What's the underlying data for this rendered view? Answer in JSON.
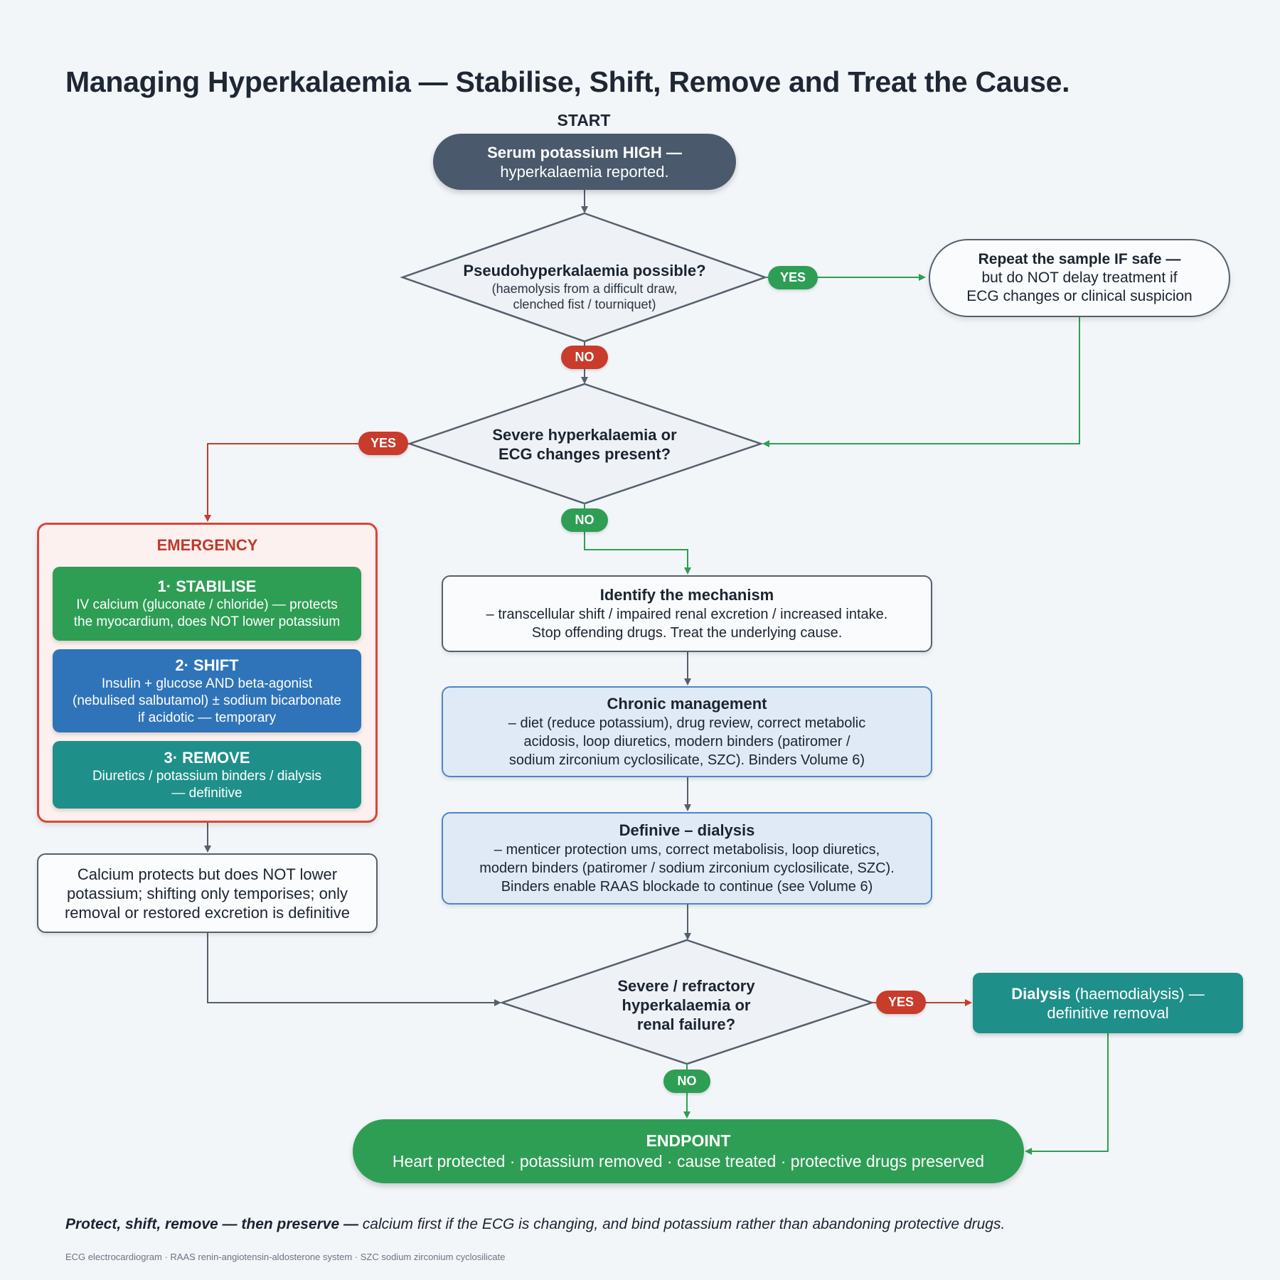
{
  "title": "Managing Hyperkalaemia — Stabilise, Shift, Remove and Treat the Cause.",
  "start": {
    "label": "START",
    "line1": "Serum potassium HIGH —",
    "line2": "hyperkalaemia reported."
  },
  "decision1": {
    "question": "Pseudohyperkalaemia possible?",
    "sub1": "(haemolysis from a difficult draw,",
    "sub2": "clenched fist / tourniquet)",
    "yes": "YES",
    "no": "NO"
  },
  "repeat": {
    "line1": "Repeat the sample IF safe —",
    "line2": "but do NOT delay treatment if",
    "line3": "ECG changes or clinical suspicion"
  },
  "decision2": {
    "line1": "Severe hyperkalaemia or",
    "line2": "ECG changes present?",
    "yes": "YES",
    "no": "NO"
  },
  "emergency": {
    "title": "EMERGENCY",
    "steps": [
      {
        "heading": "1· STABILISE",
        "line1": "IV calcium (gluconate / chloride) — protects",
        "line2": "the myocardium, does NOT lower potassium"
      },
      {
        "heading": "2· SHIFT",
        "line1": "Insulin + glucose AND beta-agonist",
        "line2": "(nebulised salbutamol) ± sodium bicarbonate",
        "line3": "if acidotic — temporary"
      },
      {
        "heading": "3· REMOVE",
        "line1": "Diuretics / potassium binders / dialysis",
        "line2": "— definitive"
      }
    ]
  },
  "note": {
    "line1": "Calcium protects but does NOT lower",
    "line2": "potassium; shifting only temporises; only",
    "line3": "removal or restored excretion is definitive"
  },
  "mechanism": {
    "heading": "Identify the mechanism",
    "line1": "– transcellular shift / impaired renal excretion / increased intake.",
    "line2": "Stop offending drugs. Treat the underlying cause."
  },
  "chronic": {
    "heading": "Chronic management",
    "line1": "– diet (reduce potassium), drug review, correct metabolic",
    "line2": "acidosis, loop diuretics, modern binders (patiromer /",
    "line3": "sodium zirconium cyclosilicate, SZC). Binders Volume 6)"
  },
  "definitive": {
    "heading": "Definive – dialysis",
    "line1": "– menticer protection ums, correct metabolisis, loop diuretics,",
    "line2": "modern binders (patiromer / sodium zirconium cyclosilicate, SZC).",
    "line3": "Binders enable RAAS blockade to continue (see Volume 6)"
  },
  "decision3": {
    "line1": "Severe / refractory",
    "line2": "hyperkalaemia or",
    "line3": "renal failure?",
    "yes": "YES",
    "no": "NO"
  },
  "dialysis": {
    "bold": "Dialysis",
    "rest": " (haemodialysis) —",
    "line2": "definitive removal"
  },
  "endpoint": {
    "heading": "ENDPOINT",
    "line": "Heart protected · potassium removed · cause treated · protective drugs preserved"
  },
  "footer": {
    "bold": "Protect, shift, remove — then preserve —",
    "rest": " calcium first if the ECG is changing, and bind potassium rather than abandoning protective drugs.",
    "abbreviations": "ECG electrocardiogram · RAAS renin-angiotensin-aldosterone system · SZC sodium zirconium cyclosilicate"
  },
  "colors": {
    "green": "#2e9e55",
    "red": "#c93b2b",
    "blue": "#2f74b8",
    "teal": "#1f8f8a",
    "slate": "#4a5a6c"
  }
}
